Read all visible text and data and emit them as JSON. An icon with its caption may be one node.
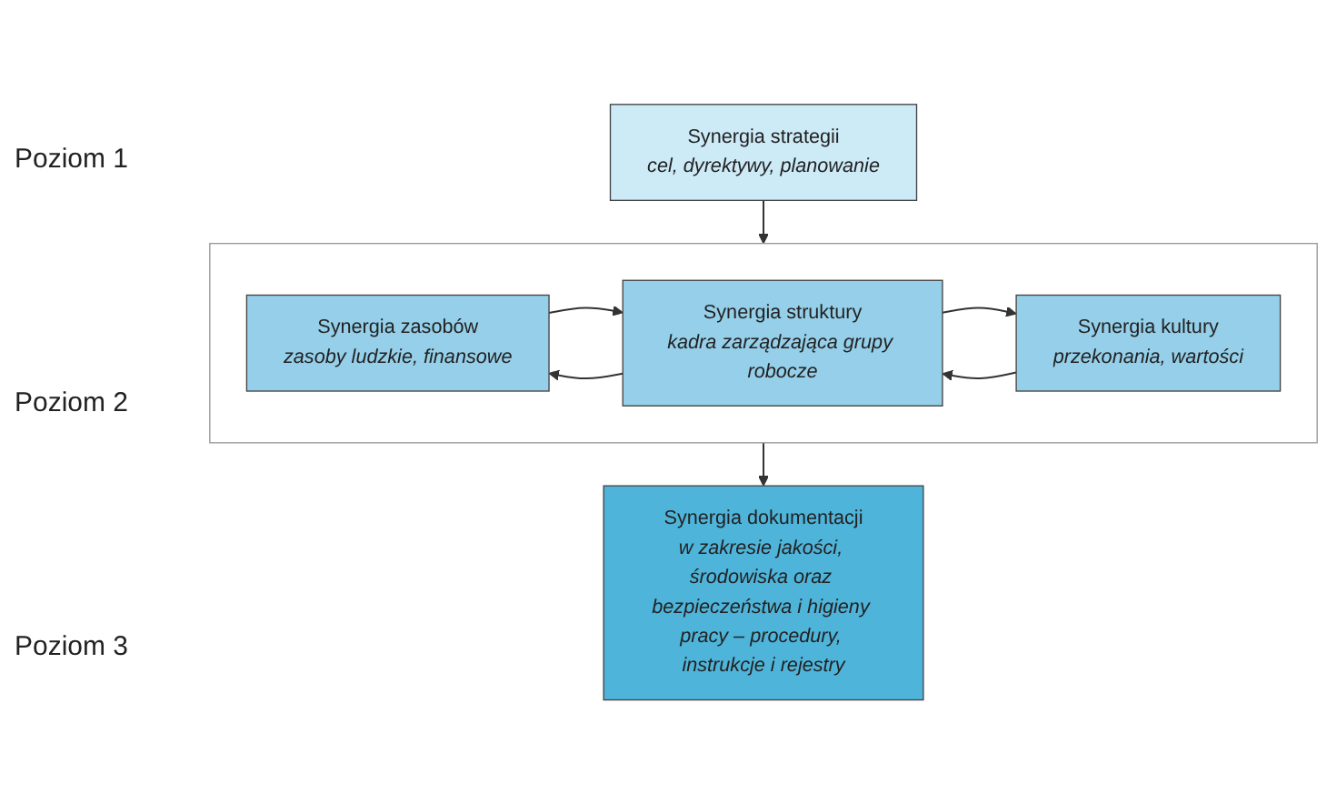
{
  "diagram": {
    "nodes": [
      {
        "text": [
          "Synergia strategii",
          "cel, dyrektywy, planowanie"
        ]
      },
      {
        "text": [],
        "shape": "box"
      },
      {
        "text": [
          "Synergia zasobów",
          "zasoby ludzkie, finansowe"
        ],
        "in": 1
      },
      {
        "text": [
          "Synergia struktury",
          "kadra zarządzająca grupy robocze"
        ],
        "in": 1
      },
      {
        "text": [
          "Synergia kultury",
          "przekonania, wartości"
        ],
        "in": 1
      },
      {
        "text": [
          "Synergia dokumentacji",
          "w zakresie jakości, środowiska oraz bezpieczeństwa i higieny pracy – procedury, instrukcje i rejestry"
        ]
      }
    ],
    "edges": [
      {
        "from": 0,
        "to": 1,
        "arrow": "to"
      },
      {
        "from": 2,
        "to": 3,
        "arrow": "to"
      },
      {
        "from": 3,
        "to": 2,
        "arrow": "to"
      },
      {
        "from": 3,
        "to": 4,
        "arrow": "to"
      },
      {
        "from": 4,
        "to": 3,
        "arrow": "to"
      },
      {
        "from": 1,
        "to": 5,
        "arrow": "to"
      }
    ],
    "labels": [
      "Poziom 1",
      "Poziom 2",
      "Poziom 3"
    ]
  }
}
